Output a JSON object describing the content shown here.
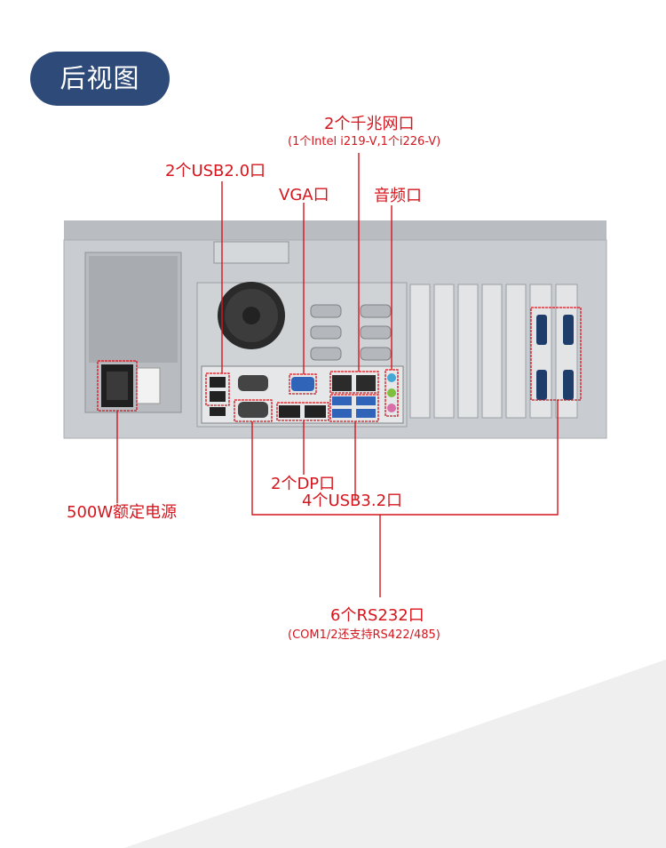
{
  "header": {
    "title": "后视图"
  },
  "labels": {
    "lan": "2个千兆网口",
    "lan_detail": "(1个Intel i219-V,1个i226-V)",
    "usb2": "2个USB2.0口",
    "vga": "VGA口",
    "audio": "音频口",
    "dp": "2个DP口",
    "usb3": "4个USB3.2口",
    "power": "500W额定电源",
    "rs232": "6个RS232口",
    "rs232_detail": "(COM1/2还支持RS422/485)"
  },
  "colors": {
    "accent_red": "#d6151d",
    "title_bg": "#2e4a78",
    "chassis": "#c9cdd1"
  }
}
